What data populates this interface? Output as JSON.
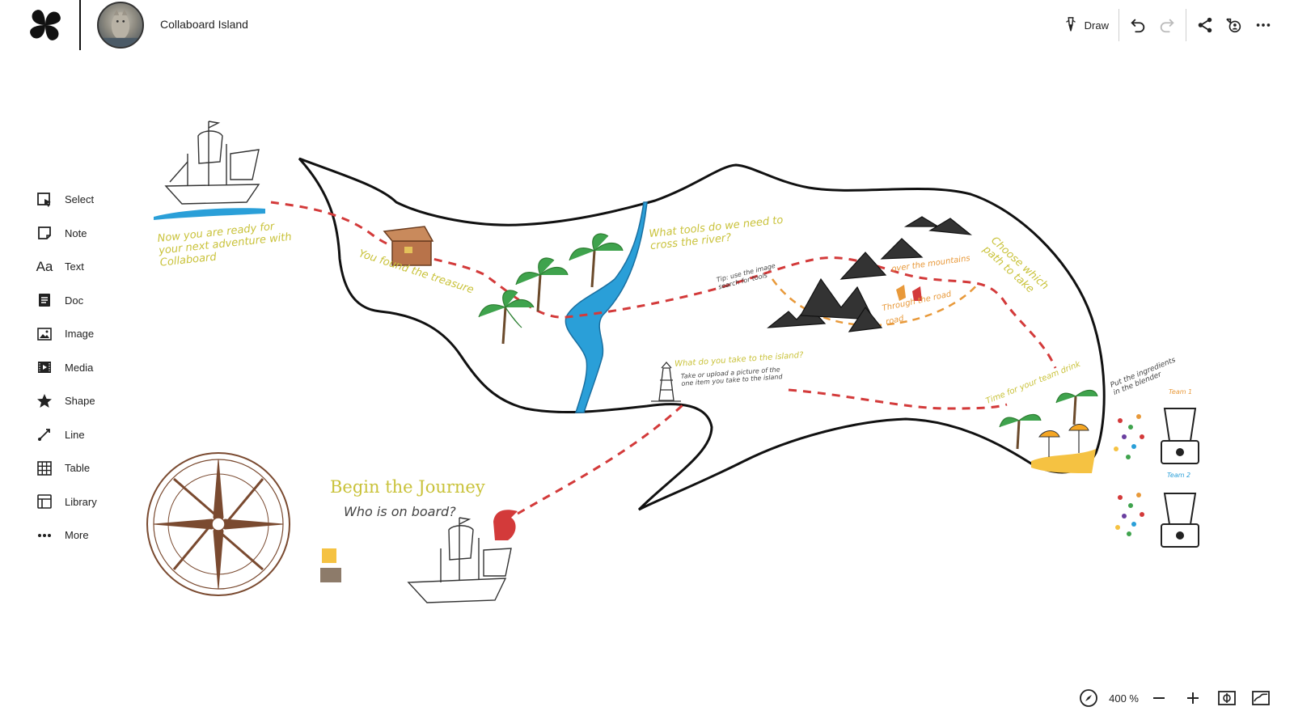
{
  "app": {
    "board_title": "Collaboard Island",
    "logo_icon": "collaboard-logo-icon",
    "avatar_icon": "board-avatar-icon"
  },
  "toolbar": {
    "draw_label": "Draw",
    "icons": [
      "draw-pen-icon",
      "undo-icon",
      "redo-icon",
      "share-icon",
      "presenter-icon",
      "more-horizontal-icon"
    ]
  },
  "sidebar": {
    "items": [
      {
        "label": "Select",
        "icon": "select-icon"
      },
      {
        "label": "Note",
        "icon": "note-icon"
      },
      {
        "label": "Text",
        "icon": "text-icon",
        "glyph": "Aa"
      },
      {
        "label": "Doc",
        "icon": "doc-icon"
      },
      {
        "label": "Image",
        "icon": "image-icon"
      },
      {
        "label": "Media",
        "icon": "media-icon"
      },
      {
        "label": "Shape",
        "icon": "star-icon"
      },
      {
        "label": "Line",
        "icon": "line-icon"
      },
      {
        "label": "Table",
        "icon": "table-icon"
      },
      {
        "label": "Library",
        "icon": "library-icon"
      },
      {
        "label": "More",
        "icon": "more-horizontal-icon"
      }
    ]
  },
  "canvas": {
    "notes": {
      "ready": "Now you are ready for your next adventure with Collaboard",
      "treasure": "You found the treasure",
      "tools": "What tools do we need to cross the river?",
      "tip": "Tip: use the image search for tools",
      "mountains": "over the mountains",
      "road": "Through the road",
      "road2": "road",
      "choose": "Choose which path to take",
      "island_q": "What do you take to the island?",
      "island_sub": "Take or upload a picture of the one item you take to the island",
      "team_drink": "Time for your team drink",
      "ingredients": "Put the ingredients in the blender",
      "team1": "Team 1",
      "team2": "Team 2",
      "begin": "Begin the Journey",
      "onboard": "Who is on board?"
    },
    "colors": {
      "path": "#d33a3a",
      "water": "#2a9fd8",
      "yellow_text": "#c9c23a",
      "orange": "#e8993a",
      "sticky": "#f5c242"
    }
  },
  "bottombar": {
    "zoom_label": "400 %",
    "icons": [
      "compass-icon",
      "zoom-out-icon",
      "zoom-in-icon",
      "fit-screen-icon",
      "minimap-icon"
    ]
  }
}
